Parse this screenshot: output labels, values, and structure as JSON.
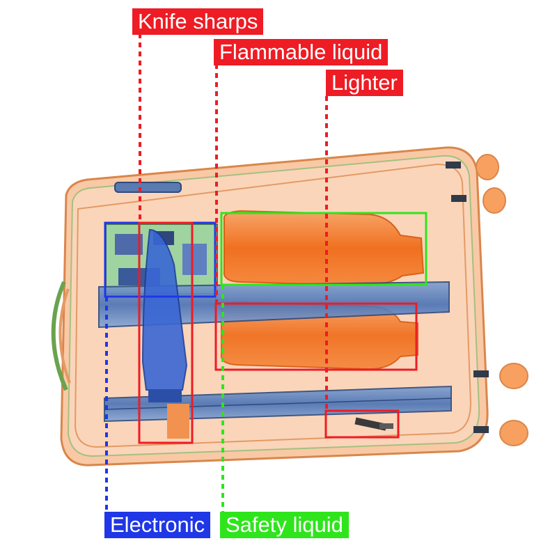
{
  "image": {
    "subject": "xray-scan-of-suitcase",
    "colors": {
      "danger": "#ee1c24",
      "electronic": "#1f37e6",
      "safety": "#2ee51c",
      "organic": "#f57a28",
      "bag_fill": "#f9c9a6",
      "metal": "#4b73b8"
    }
  },
  "annotations": {
    "knife": {
      "label": "Knife sharps",
      "class": "danger"
    },
    "flammable": {
      "label": "Flammable liquid",
      "class": "danger"
    },
    "lighter": {
      "label": "Lighter",
      "class": "danger"
    },
    "electronic": {
      "label": "Electronic",
      "class": "electronic"
    },
    "safety": {
      "label": "Safety liquid",
      "class": "safety"
    }
  }
}
